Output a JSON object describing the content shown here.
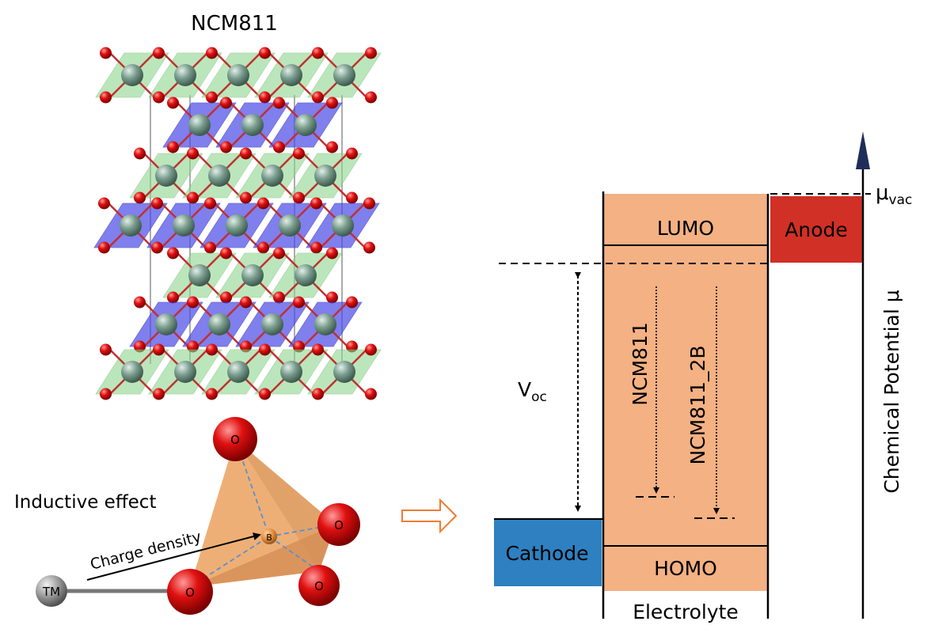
{
  "crystal": {
    "title": "NCM811"
  },
  "tetrahedron": {
    "effect_label": "Inductive effect",
    "arrow_label": "Charge density",
    "tm_label": "TM",
    "center_label": "B",
    "oxygen_label": "O"
  },
  "energy_diagram": {
    "lumo_label": "LUMO",
    "homo_label": "HOMO",
    "electrolyte_label": "Electrolyte",
    "anode_label": "Anode",
    "cathode_label": "Cathode",
    "voc_main": "V",
    "voc_sub": "oc",
    "mu_vac_main": "μ",
    "mu_vac_sub": "vac",
    "axis_label": "Chemical Potential μ",
    "level_1_label": "NCM811",
    "level_2_label": "NCM811_2B"
  },
  "colors": {
    "electrolyte": "#f4b183",
    "anode": "#d13026",
    "cathode": "#2e80c0",
    "green_octa": "#8fd68f",
    "blue_octa": "#4a4ae6",
    "oxygen": "#e01010",
    "tm_atom": "#7a9d8e",
    "tetra": "#e8a060",
    "arrow_outline": "#ed7d31"
  }
}
